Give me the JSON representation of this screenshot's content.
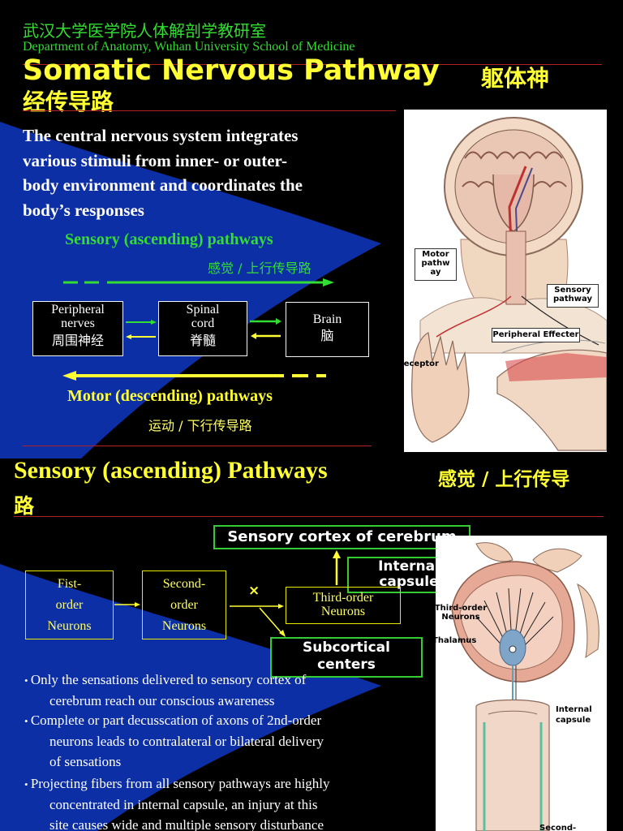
{
  "colors": {
    "background": "#000000",
    "wedge_blue": "#0d2fa6",
    "heading_yellow": "#ffff33",
    "green": "#33dd33",
    "rule_red": "#b22222"
  },
  "slide1": {
    "header_cn": "武汉大学医学院人体解剖学教研室",
    "header_en": "Department of Anatomy,  Wuhan University School of Medicine",
    "title_en": "Somatic Nervous Pathway",
    "title_cn_1": "躯体神",
    "title_cn_2": "经传导路",
    "intro_lines": [
      "The central nervous  system integrates",
      "various  stimuli from inner-  or  outer-",
      "body environment and coordinates the",
      "body’s responses"
    ],
    "sensory_en": "Sensory (ascending) pathways",
    "sensory_cn": "感觉 / 上行传导路",
    "motor_en": "Motor (descending) pathways",
    "motor_cn": "运动 / 下行传导路",
    "boxes": {
      "peripheral": {
        "line1": "Peripheral",
        "line2": "nerves",
        "cn": "周围神经"
      },
      "spinal": {
        "line1": "Spinal",
        "line2": "cord",
        "cn": "脊髓"
      },
      "brain": {
        "line1": "Brain",
        "cn": "脑"
      }
    },
    "figure_labels": {
      "motor_1": "Motor",
      "motor_2": "pathw",
      "motor_3": "ay",
      "sensory_1": "Sensory",
      "sensory_2": "pathway",
      "effecter": "Peripheral Effecter",
      "receptor": "Receptor"
    }
  },
  "slide2": {
    "title_en": "Sensory (ascending) Pathways",
    "title_cn_1": "感觉 / 上行传导",
    "title_cn_2": "路",
    "flow": {
      "first_1": "Fist-",
      "first_2": "order",
      "first_3": "Neurons",
      "second_1": "Second-",
      "second_2": "order",
      "second_3": "Neurons",
      "cross": "×",
      "third_1": "Third-order",
      "third_2": "Neurons",
      "internal_1": "Internal",
      "internal_2": "capsule",
      "cortex": "Sensory cortex of cerebrum",
      "subcortical_1": "Subcortical",
      "subcortical_2": "centers"
    },
    "bullets": [
      {
        "line1": "Only  the  sensations  delivered  to sensory cortex  of",
        "line2": "cerebrum reach our conscious awareness"
      },
      {
        "line1": "Complete or part decusscation of axons of 2nd-order",
        "line2": "neurons leads to contralateral or bilateral delivery",
        "line3": "of sensations"
      },
      {
        "line1": "Projecting fibers from all sensory pathways are highly",
        "line2": "concentrated in internal capsule,  an  injury at this",
        "line3": "site causes wide and multiple sensory disturbance"
      }
    ],
    "figure_labels": {
      "third_1": "Third-order",
      "third_2": "Neurons",
      "thalamus": "Thalamus",
      "internal_1": "Internal",
      "internal_2": "capsule",
      "second": "Second-"
    }
  }
}
